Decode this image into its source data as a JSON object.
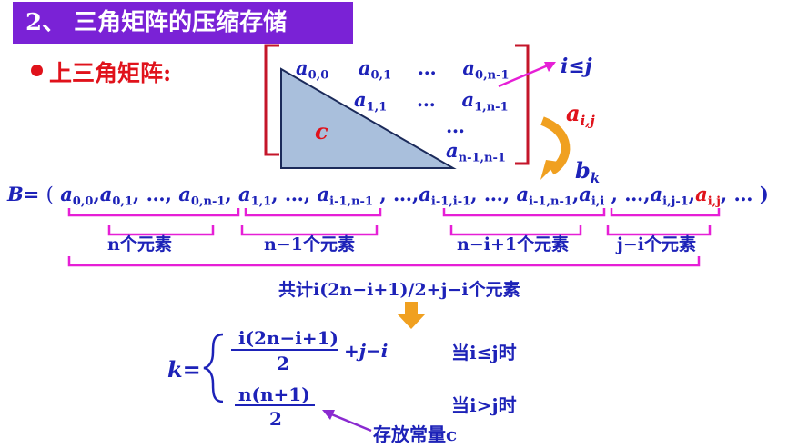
{
  "header": {
    "title": "2、 三角矩阵的压缩存储"
  },
  "bullet": {
    "text": "上三角矩阵:"
  },
  "matrix": {
    "row0": [
      "a",
      "0,0",
      "a",
      "0,1",
      "…",
      "a",
      "0,n-1"
    ],
    "row1": [
      "a",
      "1,1",
      "…",
      "a",
      "1,n-1"
    ],
    "dots": "…",
    "last": [
      "a",
      "n-1,n-1"
    ],
    "triangle_label": "c"
  },
  "cond": {
    "i": "i",
    "le": "≤",
    "j": "j"
  },
  "aij": {
    "a": "a",
    "sub": "i,j"
  },
  "bk": {
    "b": "b",
    "sub": "k"
  },
  "sequence": {
    "lhs": "B=",
    "open": "(",
    "close": ")",
    "g1": [
      "a",
      "0,0",
      "a",
      "0,1",
      ", …, ",
      "a",
      "0,n-1"
    ],
    "g2": [
      "a",
      "1,1",
      ", …, ",
      "a",
      "i-1,n-1"
    ],
    "sep": " , …,",
    "g3": [
      "a",
      "i-1,i-1",
      ", …, ",
      "a",
      "i-1,n-1"
    ],
    "g4": [
      "a",
      "i,i",
      " , …,",
      "a",
      "i,j-1"
    ],
    "tail": [
      "a",
      "i,j",
      ", … )"
    ]
  },
  "counts": {
    "c1": "n个元素",
    "c2": "n−1个元素",
    "c3": "n−i+1个元素",
    "c4": "j−i个元素",
    "total": "共计i(2n−i+1)/2+j−i个元素"
  },
  "formula": {
    "k": "k=",
    "case1_num": "i(2n−i+1)",
    "case1_den": "2",
    "case1_tail": "+j−i",
    "case1_cond": "当i≤j时",
    "case2_num": "n(n+1)",
    "case2_den": "2",
    "case2_cond": "当i>j时",
    "note": "存放常量c"
  },
  "colors": {
    "header": "#7a22d6",
    "blue": "#1d22b8",
    "red": "#e0121b",
    "magenta": "#e61fd6",
    "arrow": "#f0a020",
    "triangle": "#a9bfdc"
  }
}
